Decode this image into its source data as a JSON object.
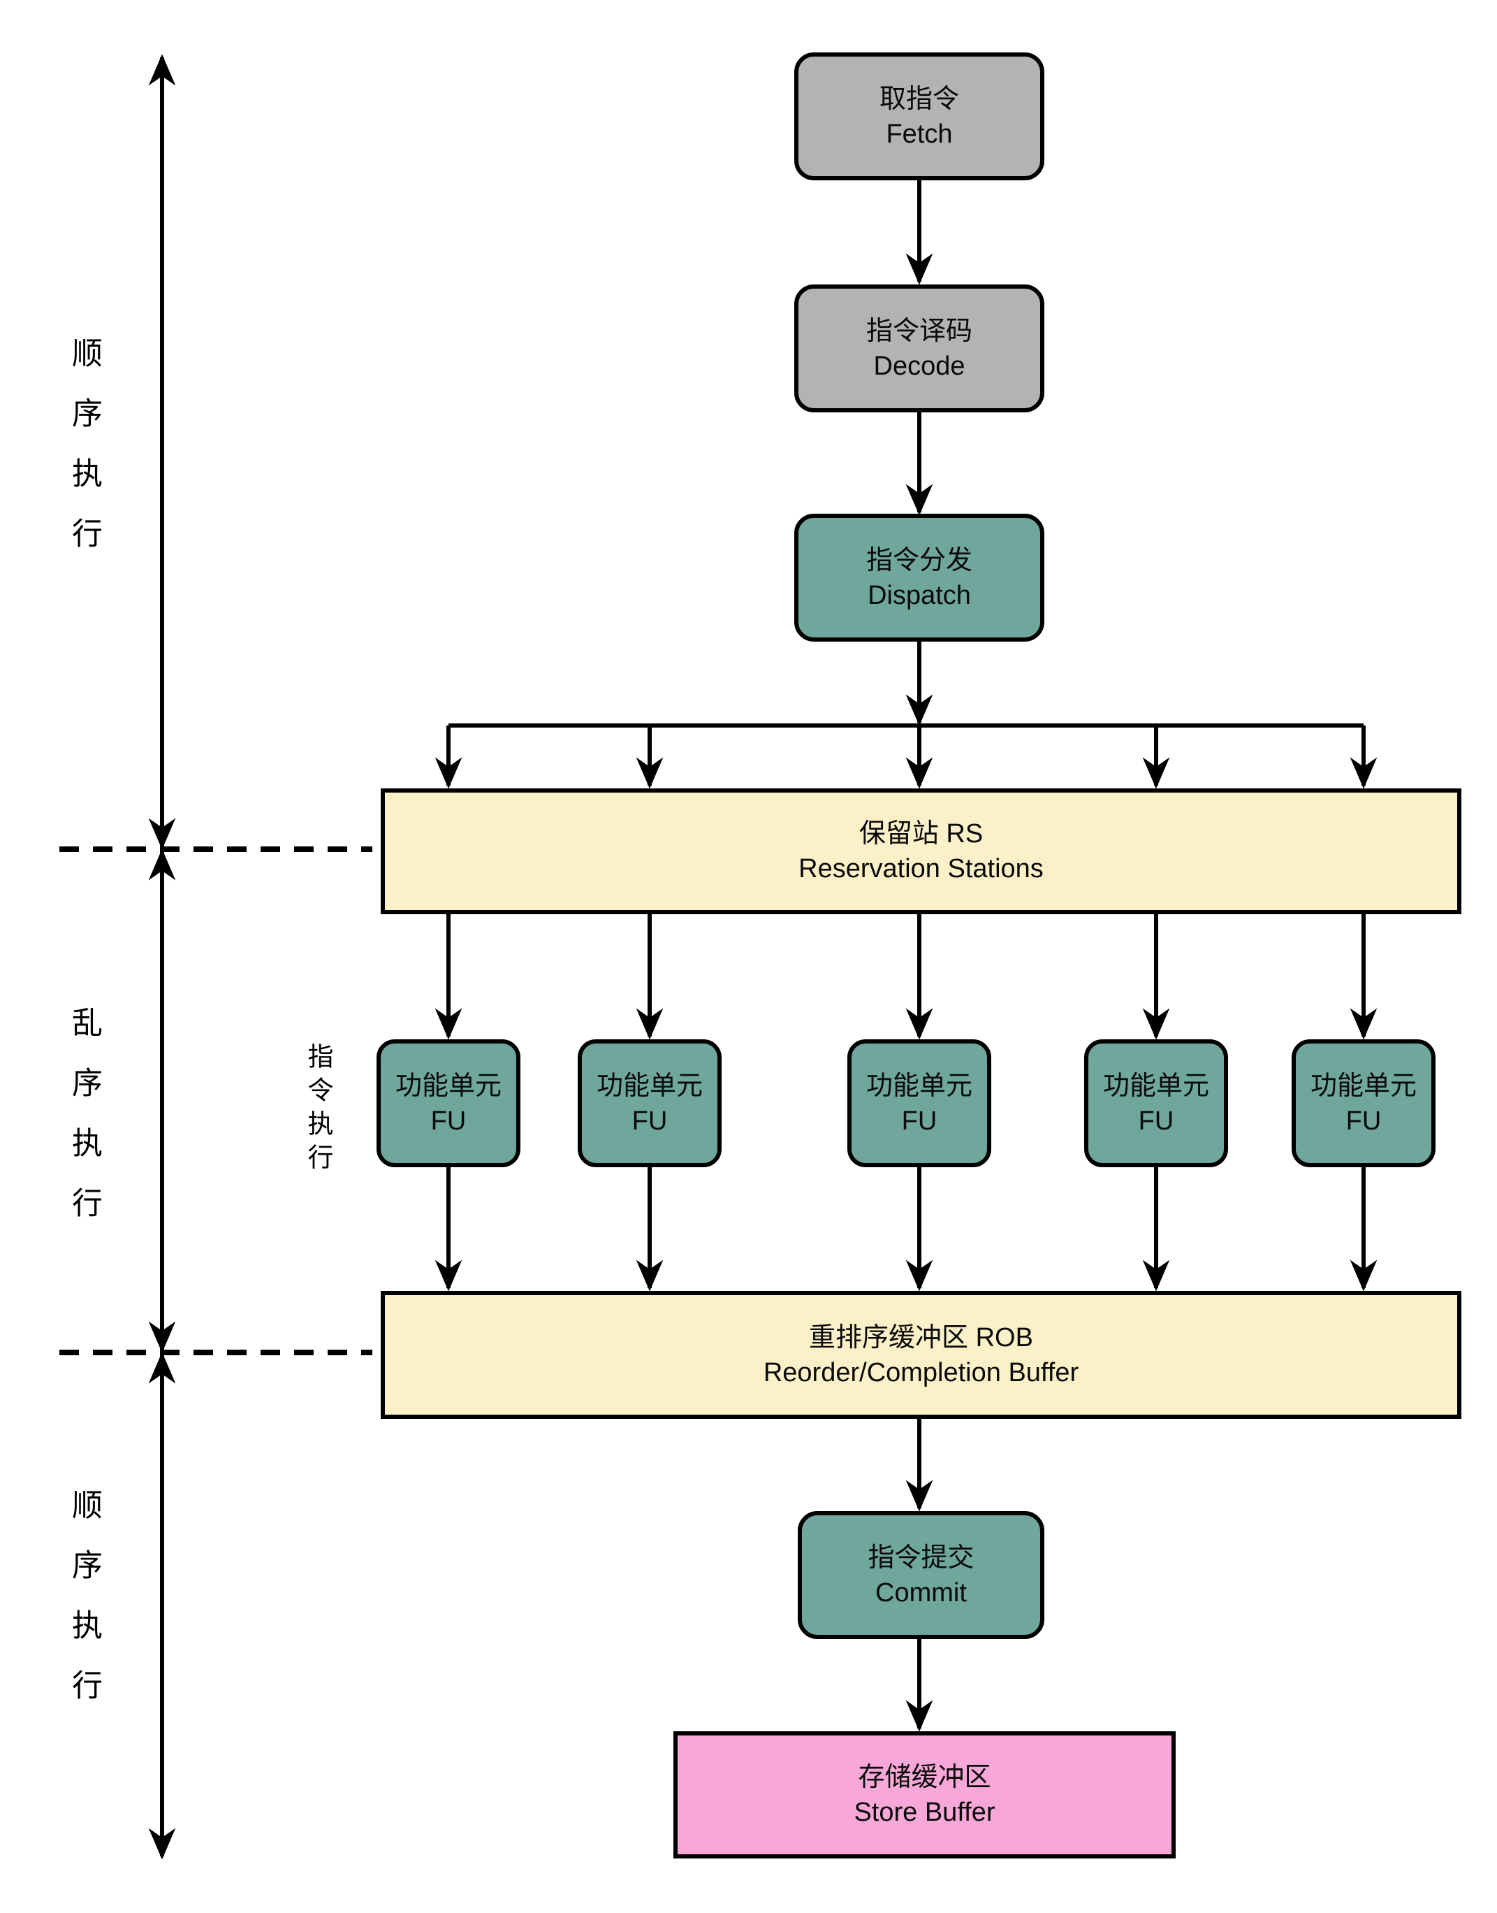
{
  "diagram": {
    "stages": {
      "fetch": {
        "zh": "取指令",
        "en": "Fetch"
      },
      "decode": {
        "zh": "指令译码",
        "en": "Decode"
      },
      "dispatch": {
        "zh": "指令分发",
        "en": "Dispatch"
      },
      "rs": {
        "zh": "保留站 RS",
        "en": "Reservation Stations"
      },
      "fu": {
        "zh": "功能单元",
        "en": "FU"
      },
      "rob": {
        "zh": "重排序缓冲区 ROB",
        "en": "Reorder/Completion Buffer"
      },
      "commit": {
        "zh": "指令提交",
        "en": "Commit"
      },
      "store": {
        "zh": "存储缓冲区",
        "en": "Store Buffer"
      }
    },
    "side_labels": {
      "top": "顺序执行",
      "middle": "乱序执行",
      "bottom": "顺序执行",
      "fu_row": "指令执行"
    },
    "colors": {
      "stage_gray": "#B3B3B3",
      "stage_teal": "#6FA79D",
      "buffer_cream": "#FCF0C8",
      "store_pink": "#F8A8D8",
      "line_black": "#000000"
    }
  }
}
